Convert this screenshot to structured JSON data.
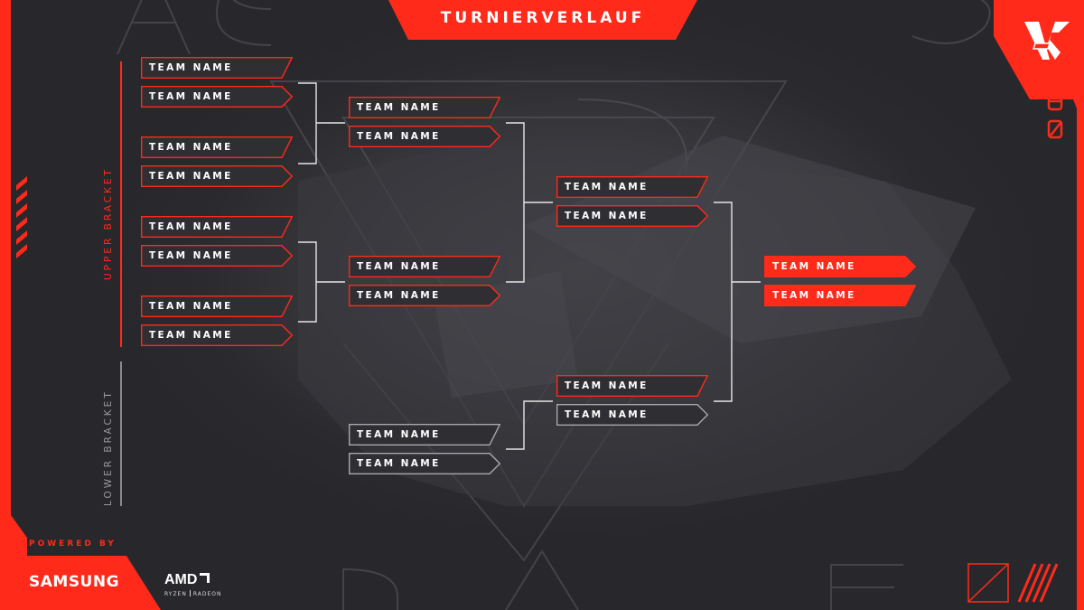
{
  "header": {
    "title": "TURNIERVERLAUF"
  },
  "sections": {
    "upper_label": "UPPER BRACKET",
    "lower_label": "LOWER BRACKET"
  },
  "bracket": {
    "upper_round1": [
      "TEAM NAME",
      "TEAM NAME",
      "TEAM NAME",
      "TEAM NAME",
      "TEAM NAME",
      "TEAM NAME",
      "TEAM NAME",
      "TEAM NAME"
    ],
    "upper_round2": [
      "TEAM NAME",
      "TEAM NAME",
      "TEAM NAME",
      "TEAM NAME"
    ],
    "upper_final": [
      "TEAM NAME",
      "TEAM NAME"
    ],
    "grand_final": [
      "TEAM NAME",
      "TEAM NAME"
    ],
    "lower_round1": [
      "TEAM NAME",
      "TEAM NAME"
    ],
    "lower_final": [
      "TEAM NAME",
      "TEAM NAME"
    ]
  },
  "sponsors": {
    "powered_by": "POWERED BY",
    "samsung": "SAMSUNG",
    "amd": "AMD",
    "amd_sub1": "RYZEN",
    "amd_sub2": "RADEON"
  },
  "brand": {
    "logo": "AR"
  },
  "decor": {
    "big_letters_top": "AGENTS",
    "big_letters_bottom": "RANGE"
  },
  "colors": {
    "accent": "#ff2a1a",
    "background": "#2c2c30",
    "slot_fill": "#2f2f33",
    "lower_outline": "#a8a8ac",
    "connector": "#e6e6e6"
  },
  "icons": {
    "brand": "ar-logo-icon",
    "side": "glyph-icon",
    "corner_box": "slash-box-icon",
    "corner_stripes": "stripes-icon"
  }
}
